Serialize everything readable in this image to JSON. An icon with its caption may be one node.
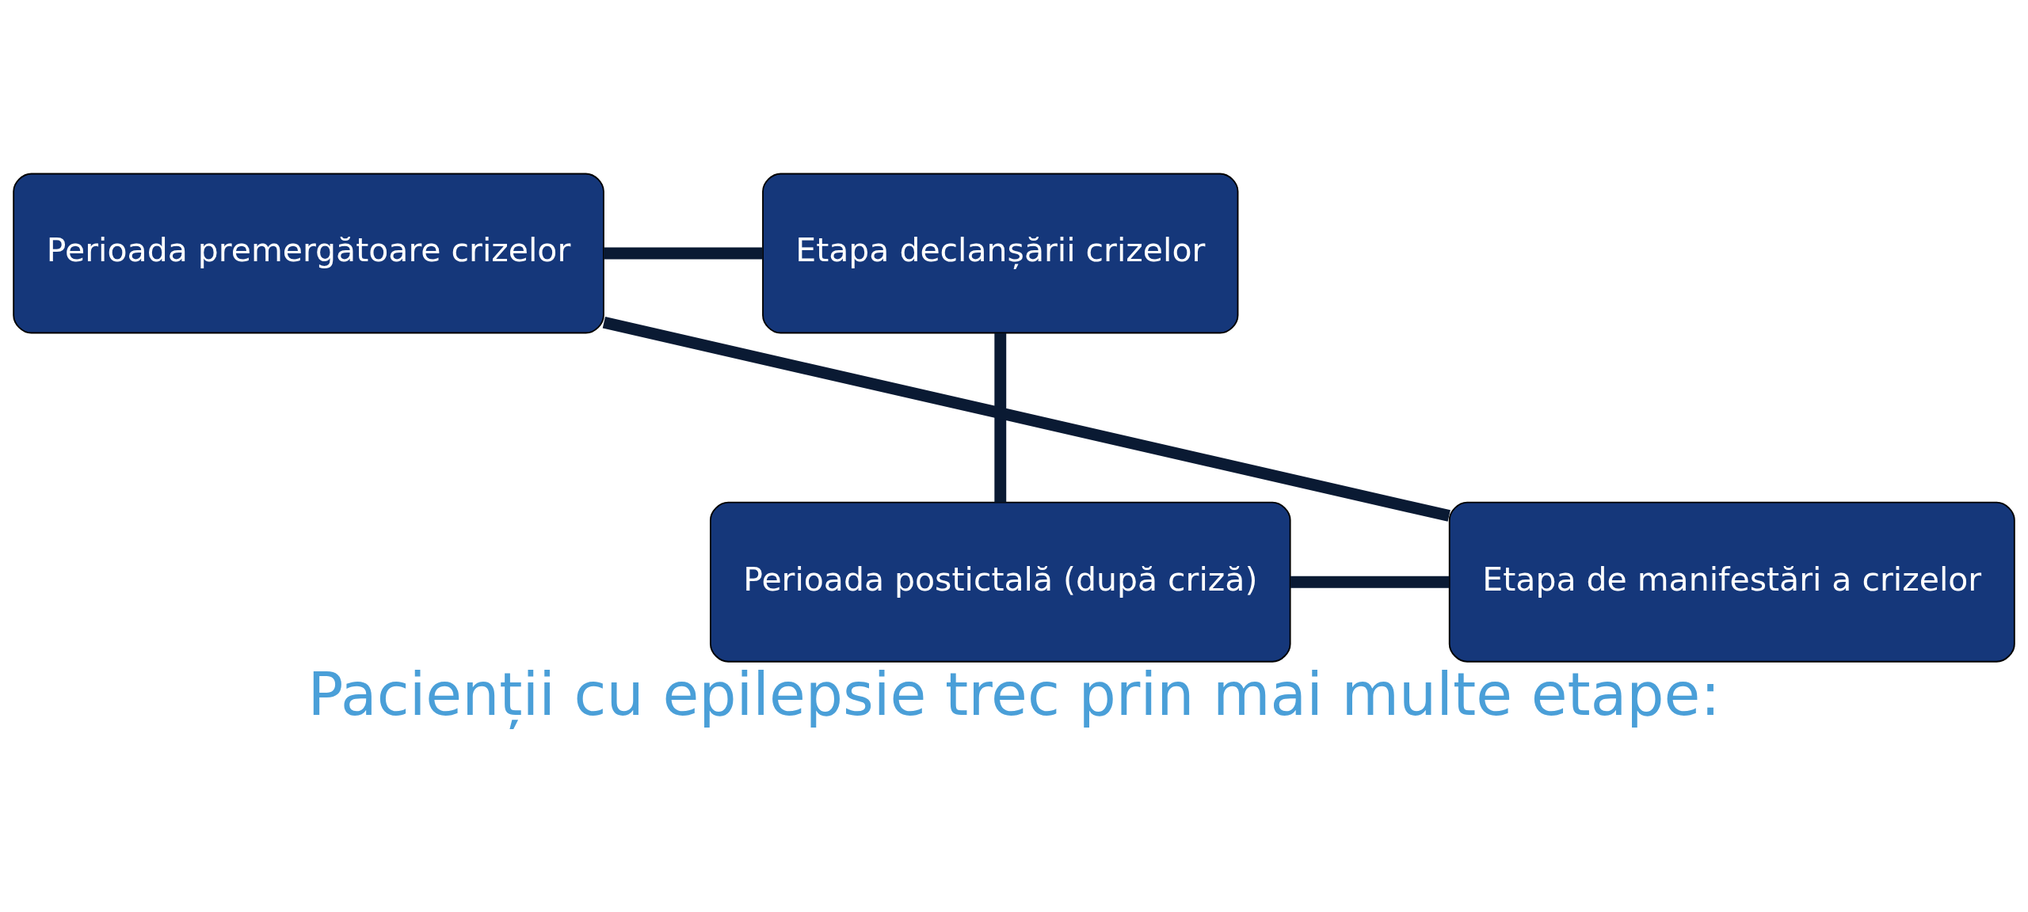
{
  "diagram": {
    "title": "Pacienții cu epilepsie trec prin mai multe etape:",
    "nodes": [
      {
        "text": [
          "Perioada premergătoare crizelor"
        ]
      },
      {
        "text": [
          "Etapa declanșării crizelor"
        ]
      },
      {
        "text": [
          "Etapa de manifestări a crizelor"
        ]
      },
      {
        "text": [
          "Perioada postictală (după criză)"
        ]
      }
    ],
    "edges": [
      {
        "from": 0,
        "to": 1,
        "arrow": "none"
      },
      {
        "from": 1,
        "to": 3,
        "arrow": "none"
      },
      {
        "from": 3,
        "to": 2,
        "arrow": "none"
      },
      {
        "from": 2,
        "to": 0,
        "arrow": "none"
      }
    ]
  }
}
